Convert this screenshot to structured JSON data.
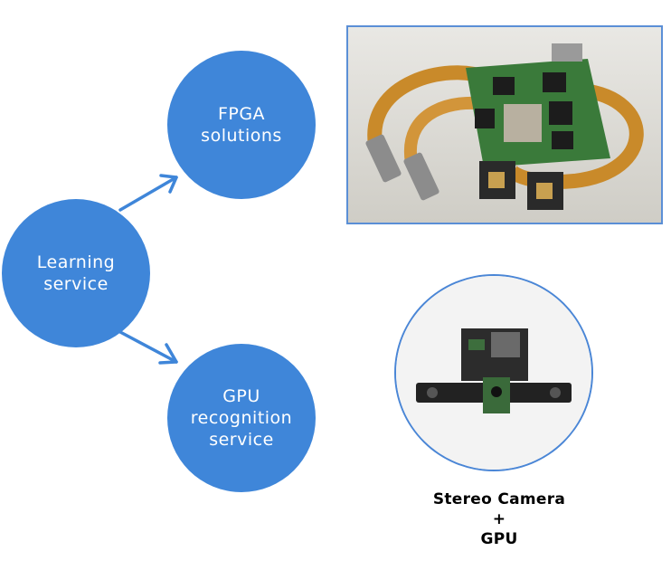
{
  "nodes": {
    "learning": {
      "line1": "Learning",
      "line2": "service"
    },
    "fpga": {
      "line1": "FPGA",
      "line2": "solutions"
    },
    "gpu": {
      "line1": "GPU",
      "line2": "recognition",
      "line3": "service"
    }
  },
  "caption": {
    "line1": "Stereo Camera",
    "line2": "+",
    "line3": "GPU"
  },
  "colors": {
    "node_fill": "#3f86d9",
    "arrow": "#3f86d9",
    "photo_border": "#5b8fd6"
  },
  "images": {
    "fpga_photo": "fpga-board-with-flex-cables-and-camera-sensors",
    "stereo_photo": "stereo-camera-rig-with-gpu-module"
  }
}
